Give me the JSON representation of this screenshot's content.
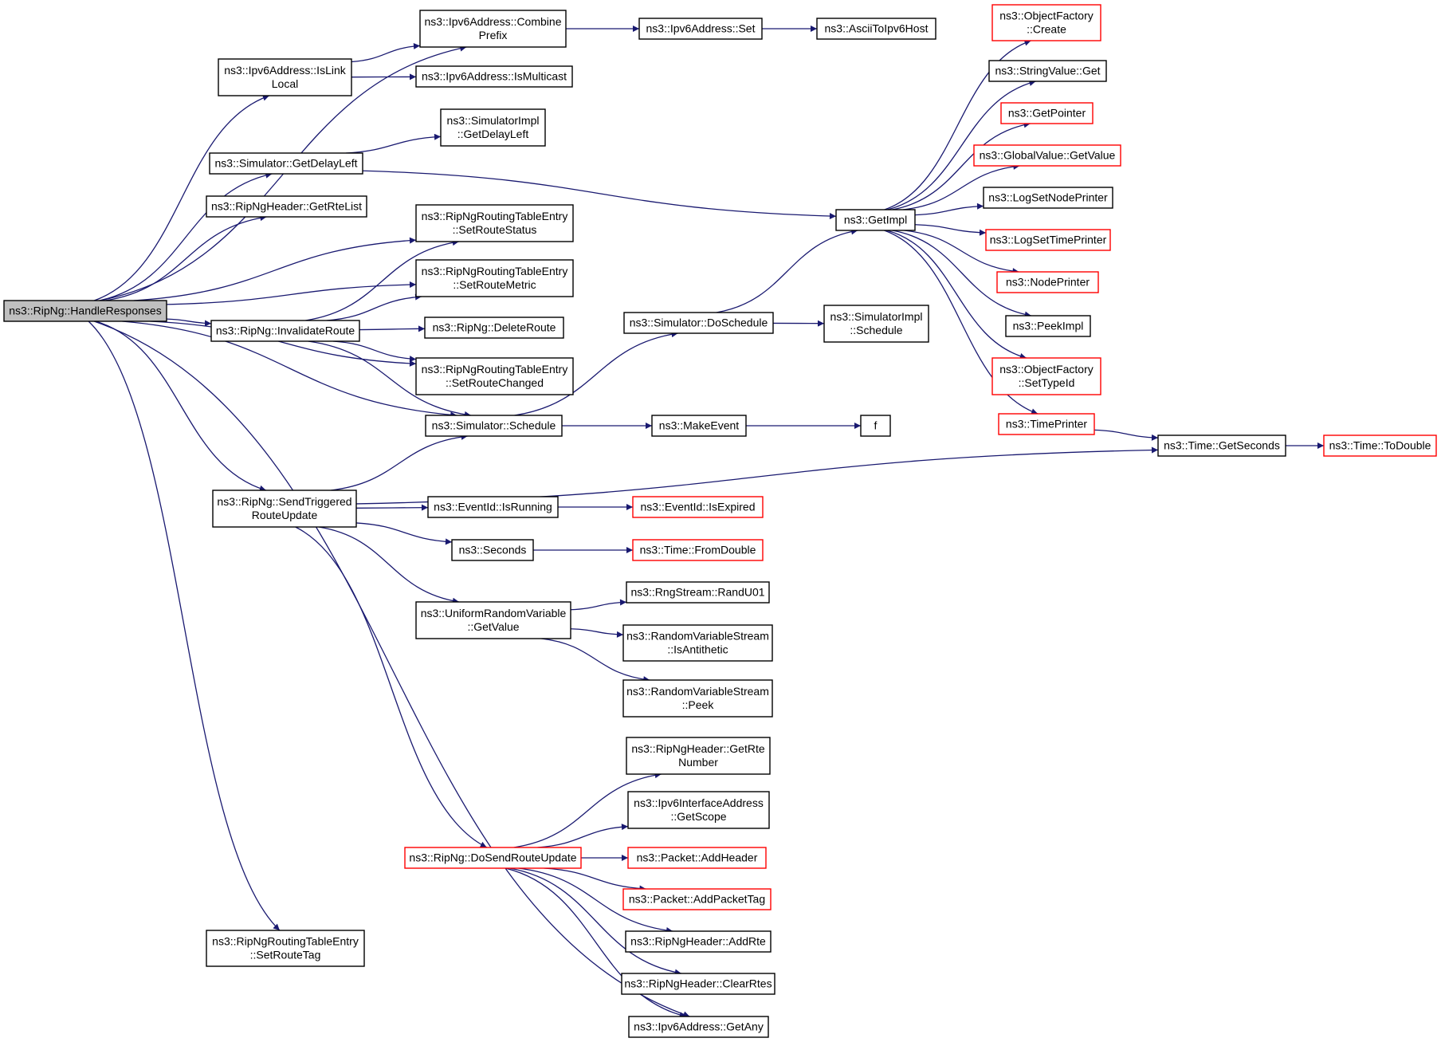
{
  "diagram": {
    "nodes": [
      {
        "id": "n_root",
        "lines": [
          "ns3::RipNg::HandleResponses"
        ],
        "style": "root"
      },
      {
        "id": "n_combine",
        "lines": [
          "ns3::Ipv6Address::Combine",
          "Prefix"
        ]
      },
      {
        "id": "n_islinklocal",
        "lines": [
          "ns3::Ipv6Address::IsLink",
          "Local"
        ]
      },
      {
        "id": "n_ismulticast",
        "lines": [
          "ns3::Ipv6Address::IsMulticast"
        ]
      },
      {
        "id": "n_set",
        "lines": [
          "ns3::Ipv6Address::Set"
        ]
      },
      {
        "id": "n_ascii",
        "lines": [
          "ns3::AsciiToIpv6Host"
        ]
      },
      {
        "id": "n_getdelayleft",
        "lines": [
          "ns3::Simulator::GetDelayLeft"
        ]
      },
      {
        "id": "n_simimpl_getdelayleft",
        "lines": [
          "ns3::SimulatorImpl",
          "::GetDelayLeft"
        ]
      },
      {
        "id": "n_getrtelist",
        "lines": [
          "ns3::RipNgHeader::GetRteList"
        ]
      },
      {
        "id": "n_setroutestatus",
        "lines": [
          "ns3::RipNgRoutingTableEntry",
          "::SetRouteStatus"
        ]
      },
      {
        "id": "n_setroutemetric",
        "lines": [
          "ns3::RipNgRoutingTableEntry",
          "::SetRouteMetric"
        ]
      },
      {
        "id": "n_invalidateroute",
        "lines": [
          "ns3::RipNg::InvalidateRoute"
        ]
      },
      {
        "id": "n_deleteroute",
        "lines": [
          "ns3::RipNg::DeleteRoute"
        ]
      },
      {
        "id": "n_setroutechanged",
        "lines": [
          "ns3::RipNgRoutingTableEntry",
          "::SetRouteChanged"
        ]
      },
      {
        "id": "n_schedule",
        "lines": [
          "ns3::Simulator::Schedule"
        ]
      },
      {
        "id": "n_doschedule",
        "lines": [
          "ns3::Simulator::DoSchedule"
        ]
      },
      {
        "id": "n_simimpl_schedule",
        "lines": [
          "ns3::SimulatorImpl",
          "::Schedule"
        ]
      },
      {
        "id": "n_makeevent",
        "lines": [
          "ns3::MakeEvent"
        ]
      },
      {
        "id": "n_f",
        "lines": [
          "f"
        ]
      },
      {
        "id": "n_getimpl",
        "lines": [
          "ns3::GetImpl"
        ]
      },
      {
        "id": "n_objfactory_create",
        "lines": [
          "ns3::ObjectFactory",
          "::Create"
        ],
        "style": "trunc"
      },
      {
        "id": "n_stringvalue_get",
        "lines": [
          "ns3::StringValue::Get"
        ]
      },
      {
        "id": "n_getpointer",
        "lines": [
          "ns3::GetPointer"
        ],
        "style": "trunc"
      },
      {
        "id": "n_globalvalue",
        "lines": [
          "ns3::GlobalValue::GetValue"
        ],
        "style": "trunc"
      },
      {
        "id": "n_lognodeprinter",
        "lines": [
          "ns3::LogSetNodePrinter"
        ]
      },
      {
        "id": "n_logtimeprinter",
        "lines": [
          "ns3::LogSetTimePrinter"
        ],
        "style": "trunc"
      },
      {
        "id": "n_nodeprinter",
        "lines": [
          "ns3::NodePrinter"
        ],
        "style": "trunc"
      },
      {
        "id": "n_peekimpl",
        "lines": [
          "ns3::PeekImpl"
        ]
      },
      {
        "id": "n_settypeid",
        "lines": [
          "ns3::ObjectFactory",
          "::SetTypeId"
        ],
        "style": "trunc"
      },
      {
        "id": "n_timeprinter",
        "lines": [
          "ns3::TimePrinter"
        ],
        "style": "trunc"
      },
      {
        "id": "n_getseconds",
        "lines": [
          "ns3::Time::GetSeconds"
        ]
      },
      {
        "id": "n_todouble",
        "lines": [
          "ns3::Time::ToDouble"
        ],
        "style": "trunc"
      },
      {
        "id": "n_sendtriggered",
        "lines": [
          "ns3::RipNg::SendTriggered",
          "RouteUpdate"
        ]
      },
      {
        "id": "n_isrunning",
        "lines": [
          "ns3::EventId::IsRunning"
        ]
      },
      {
        "id": "n_isexpired",
        "lines": [
          "ns3::EventId::IsExpired"
        ],
        "style": "trunc"
      },
      {
        "id": "n_seconds",
        "lines": [
          "ns3::Seconds"
        ]
      },
      {
        "id": "n_fromdouble",
        "lines": [
          "ns3::Time::FromDouble"
        ],
        "style": "trunc"
      },
      {
        "id": "n_urv_getvalue",
        "lines": [
          "ns3::UniformRandomVariable",
          "::GetValue"
        ]
      },
      {
        "id": "n_randu01",
        "lines": [
          "ns3::RngStream::RandU01"
        ]
      },
      {
        "id": "n_isantithetic",
        "lines": [
          "ns3::RandomVariableStream",
          "::IsAntithetic"
        ]
      },
      {
        "id": "n_peek",
        "lines": [
          "ns3::RandomVariableStream",
          "::Peek"
        ]
      },
      {
        "id": "n_getrtenumber",
        "lines": [
          "ns3::RipNgHeader::GetRte",
          "Number"
        ]
      },
      {
        "id": "n_getscope",
        "lines": [
          "ns3::Ipv6InterfaceAddress",
          "::GetScope"
        ]
      },
      {
        "id": "n_dosendrouteupdate",
        "lines": [
          "ns3::RipNg::DoSendRouteUpdate"
        ],
        "style": "trunc"
      },
      {
        "id": "n_addheader",
        "lines": [
          "ns3::Packet::AddHeader"
        ],
        "style": "trunc"
      },
      {
        "id": "n_addpackettag",
        "lines": [
          "ns3::Packet::AddPacketTag"
        ],
        "style": "trunc"
      },
      {
        "id": "n_addrte",
        "lines": [
          "ns3::RipNgHeader::AddRte"
        ]
      },
      {
        "id": "n_clearrtes",
        "lines": [
          "ns3::RipNgHeader::ClearRtes"
        ]
      },
      {
        "id": "n_getany",
        "lines": [
          "ns3::Ipv6Address::GetAny"
        ]
      },
      {
        "id": "n_setroutetag",
        "lines": [
          "ns3::RipNgRoutingTableEntry",
          "::SetRouteTag"
        ]
      }
    ],
    "edges": [
      [
        "n_root",
        "n_combine"
      ],
      [
        "n_root",
        "n_islinklocal"
      ],
      [
        "n_root",
        "n_getdelayleft"
      ],
      [
        "n_root",
        "n_getrtelist"
      ],
      [
        "n_root",
        "n_setroutestatus"
      ],
      [
        "n_root",
        "n_setroutemetric"
      ],
      [
        "n_root",
        "n_invalidateroute"
      ],
      [
        "n_root",
        "n_setroutechanged"
      ],
      [
        "n_root",
        "n_schedule"
      ],
      [
        "n_root",
        "n_sendtriggered"
      ],
      [
        "n_root",
        "n_getany"
      ],
      [
        "n_root",
        "n_setroutetag"
      ],
      [
        "n_islinklocal",
        "n_combine"
      ],
      [
        "n_islinklocal",
        "n_ismulticast"
      ],
      [
        "n_combine",
        "n_set"
      ],
      [
        "n_set",
        "n_ascii"
      ],
      [
        "n_getdelayleft",
        "n_simimpl_getdelayleft"
      ],
      [
        "n_getdelayleft",
        "n_getimpl"
      ],
      [
        "n_invalidateroute",
        "n_setroutestatus"
      ],
      [
        "n_invalidateroute",
        "n_setroutemetric"
      ],
      [
        "n_invalidateroute",
        "n_deleteroute"
      ],
      [
        "n_invalidateroute",
        "n_setroutechanged"
      ],
      [
        "n_invalidateroute",
        "n_schedule"
      ],
      [
        "n_schedule",
        "n_doschedule"
      ],
      [
        "n_schedule",
        "n_makeevent"
      ],
      [
        "n_doschedule",
        "n_getimpl"
      ],
      [
        "n_doschedule",
        "n_simimpl_schedule"
      ],
      [
        "n_makeevent",
        "n_f"
      ],
      [
        "n_getimpl",
        "n_objfactory_create"
      ],
      [
        "n_getimpl",
        "n_stringvalue_get"
      ],
      [
        "n_getimpl",
        "n_getpointer"
      ],
      [
        "n_getimpl",
        "n_globalvalue"
      ],
      [
        "n_getimpl",
        "n_lognodeprinter"
      ],
      [
        "n_getimpl",
        "n_logtimeprinter"
      ],
      [
        "n_getimpl",
        "n_nodeprinter"
      ],
      [
        "n_getimpl",
        "n_peekimpl"
      ],
      [
        "n_getimpl",
        "n_settypeid"
      ],
      [
        "n_getimpl",
        "n_timeprinter"
      ],
      [
        "n_timeprinter",
        "n_getseconds"
      ],
      [
        "n_getseconds",
        "n_todouble"
      ],
      [
        "n_sendtriggered",
        "n_schedule"
      ],
      [
        "n_sendtriggered",
        "n_getseconds"
      ],
      [
        "n_sendtriggered",
        "n_isrunning"
      ],
      [
        "n_sendtriggered",
        "n_seconds"
      ],
      [
        "n_sendtriggered",
        "n_urv_getvalue"
      ],
      [
        "n_sendtriggered",
        "n_dosendrouteupdate"
      ],
      [
        "n_isrunning",
        "n_isexpired"
      ],
      [
        "n_seconds",
        "n_fromdouble"
      ],
      [
        "n_urv_getvalue",
        "n_randu01"
      ],
      [
        "n_urv_getvalue",
        "n_isantithetic"
      ],
      [
        "n_urv_getvalue",
        "n_peek"
      ],
      [
        "n_dosendrouteupdate",
        "n_getrtenumber"
      ],
      [
        "n_dosendrouteupdate",
        "n_getscope"
      ],
      [
        "n_dosendrouteupdate",
        "n_addheader"
      ],
      [
        "n_dosendrouteupdate",
        "n_addpackettag"
      ],
      [
        "n_dosendrouteupdate",
        "n_addrte"
      ],
      [
        "n_dosendrouteupdate",
        "n_clearrtes"
      ],
      [
        "n_dosendrouteupdate",
        "n_getany"
      ]
    ],
    "colors": {
      "edge": "#191970",
      "truncated_border": "#ff0000",
      "root_fill": "#bfbfbf",
      "node_border": "#000000"
    }
  }
}
